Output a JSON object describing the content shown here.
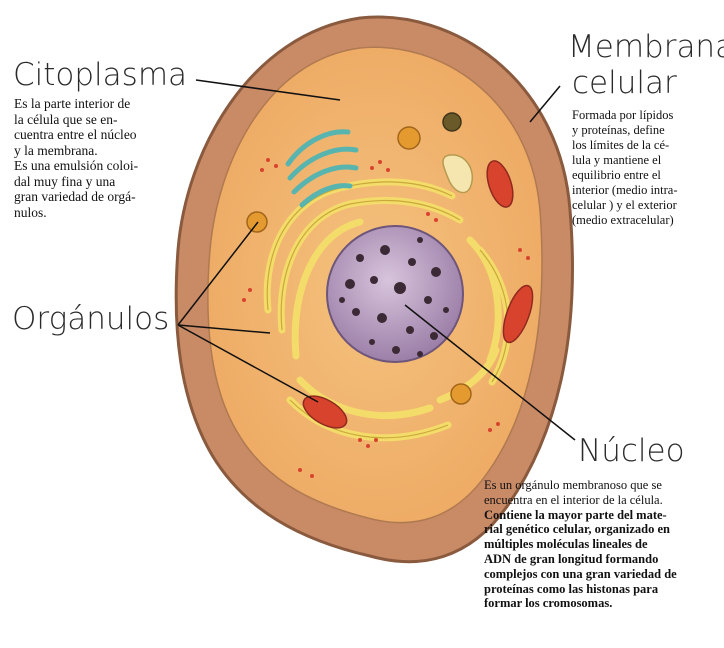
{
  "labels": {
    "citoplasma": {
      "title": "Citoplasma",
      "lines": [
        "Es la parte interior de",
        "la célula que se en-",
        "cuentra entre el núcleo",
        "y la membrana.",
        "Es una emulsión coloi-",
        "dal muy fina y una",
        "gran variedad de orgá-",
        "nulos."
      ]
    },
    "membrana": {
      "title_line1": "Membrana",
      "title_line2": "celular",
      "lines": [
        "Formada por lípidos",
        "y proteínas, define",
        "los límites de la cé-",
        "lula y mantiene el",
        "equilibrio entre el",
        "interior (medio intra-",
        "celular ) y el exterior",
        "(medio extracelular)"
      ]
    },
    "organulos": {
      "title": "Orgánulos"
    },
    "nucleo": {
      "title": "Núcleo",
      "lines": [
        "Es un orgánulo membranoso que se",
        "encuentra en el interior de la célula.",
        "Contiene la mayor parte del mate-",
        "rial genético celular, organizado en",
        "múltiples moléculas lineales de",
        "ADN de gran longitud formando",
        "complejos con una gran variedad de",
        "proteínas como las histonas para",
        "formar los cromosomas."
      ]
    }
  },
  "colors": {
    "membrane": "#c98a66",
    "membrane_outline": "#8a5a3e",
    "cytoplasm": "#f2b872",
    "reticulum": "#f4dc6a",
    "nucleus": "#b69ac0",
    "chromatin": "#3b2a36",
    "mitochondria": "#d8432e",
    "golgi": "#58b4ae"
  }
}
